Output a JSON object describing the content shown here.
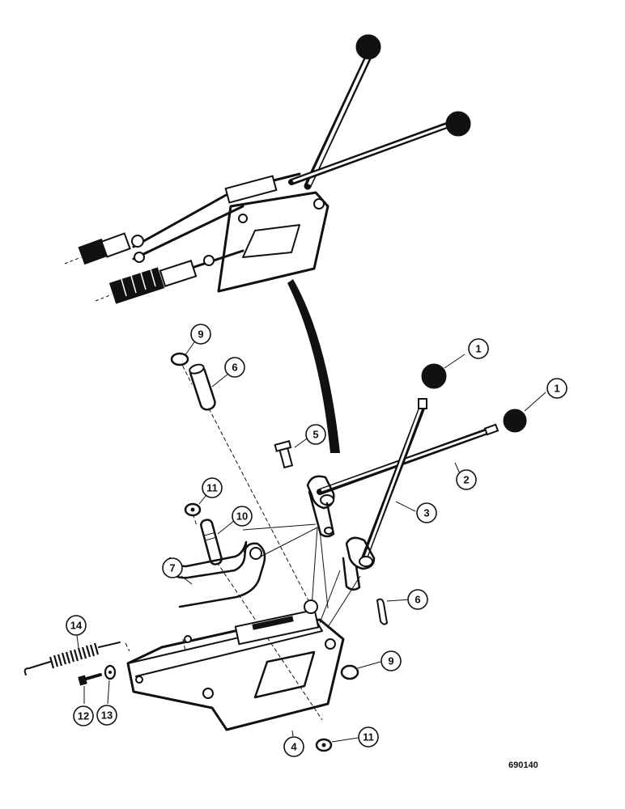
{
  "figure_number": "690140",
  "callouts": [
    {
      "id": "c1a",
      "label": "1"
    },
    {
      "id": "c1b",
      "label": "1"
    },
    {
      "id": "c2",
      "label": "2"
    },
    {
      "id": "c3",
      "label": "3"
    },
    {
      "id": "c4",
      "label": "4"
    },
    {
      "id": "c5",
      "label": "5"
    },
    {
      "id": "c6a",
      "label": "6"
    },
    {
      "id": "c6b",
      "label": "6"
    },
    {
      "id": "c7",
      "label": "7"
    },
    {
      "id": "c9a",
      "label": "9"
    },
    {
      "id": "c9b",
      "label": "9"
    },
    {
      "id": "c10",
      "label": "10"
    },
    {
      "id": "c11a",
      "label": "11"
    },
    {
      "id": "c11b",
      "label": "11"
    },
    {
      "id": "c12",
      "label": "12"
    },
    {
      "id": "c13",
      "label": "13"
    },
    {
      "id": "c14",
      "label": "14"
    }
  ]
}
